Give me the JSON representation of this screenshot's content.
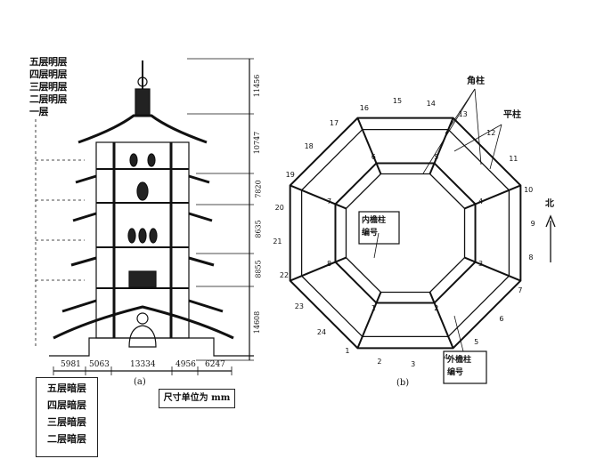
{
  "section": {
    "caption": "(a)",
    "light_storeys": [
      "五层明层",
      "四层明层",
      "三层明层",
      "二层明层",
      "一层"
    ],
    "dark_storeys": [
      "五层暗层",
      "四层暗层",
      "三层暗层",
      "二层暗层"
    ],
    "horizontal_dims": [
      "5981",
      "5063",
      "13334",
      "4956",
      "6247"
    ],
    "vertical_dims": [
      "11456",
      "10747",
      "7820",
      "8635",
      "8855",
      "14608"
    ],
    "unit_note": "尺寸单位为 mm"
  },
  "plan": {
    "caption": "(b)",
    "corner_column_label": "角柱",
    "flat_column_label": "平柱",
    "north_label": "北",
    "inner_label": [
      "内檐柱",
      "编号"
    ],
    "outer_label": [
      "外檐柱",
      "编号"
    ],
    "outer_numbers": [
      "1",
      "2",
      "3",
      "4",
      "5",
      "6",
      "7",
      "8",
      "9",
      "10",
      "11",
      "12",
      "13",
      "14",
      "15",
      "16",
      "17",
      "18",
      "19",
      "20",
      "21",
      "22",
      "23",
      "24"
    ],
    "inner_numbers": [
      "1",
      "2",
      "3",
      "4",
      "5",
      "6",
      "7",
      "8"
    ]
  }
}
